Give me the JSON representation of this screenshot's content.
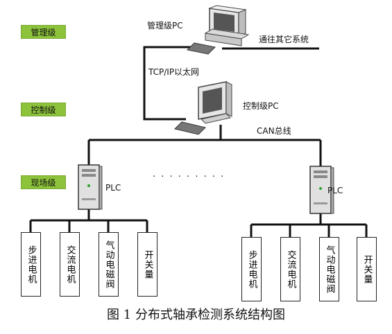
{
  "levels": {
    "management": "管理级",
    "control": "控制级",
    "field": "现场级"
  },
  "labels": {
    "mgmt_pc": "管理级PC",
    "other_system": "通往其它系统",
    "tcp": "TCP/IP以太网",
    "ctrl_pc": "控制级PC",
    "can_bus": "CAN总线",
    "plc_left": "PLC",
    "plc_right": "PLC",
    "dots": "· · · · · · · · ·"
  },
  "devices_left": [
    "步进电机",
    "交流电机",
    "气动电磁阀",
    "开关量"
  ],
  "devices_right": [
    "步进电机",
    "交流电机",
    "气动电磁阀",
    "开关量"
  ],
  "caption": "图 1  分布式轴承检测系统结构图"
}
